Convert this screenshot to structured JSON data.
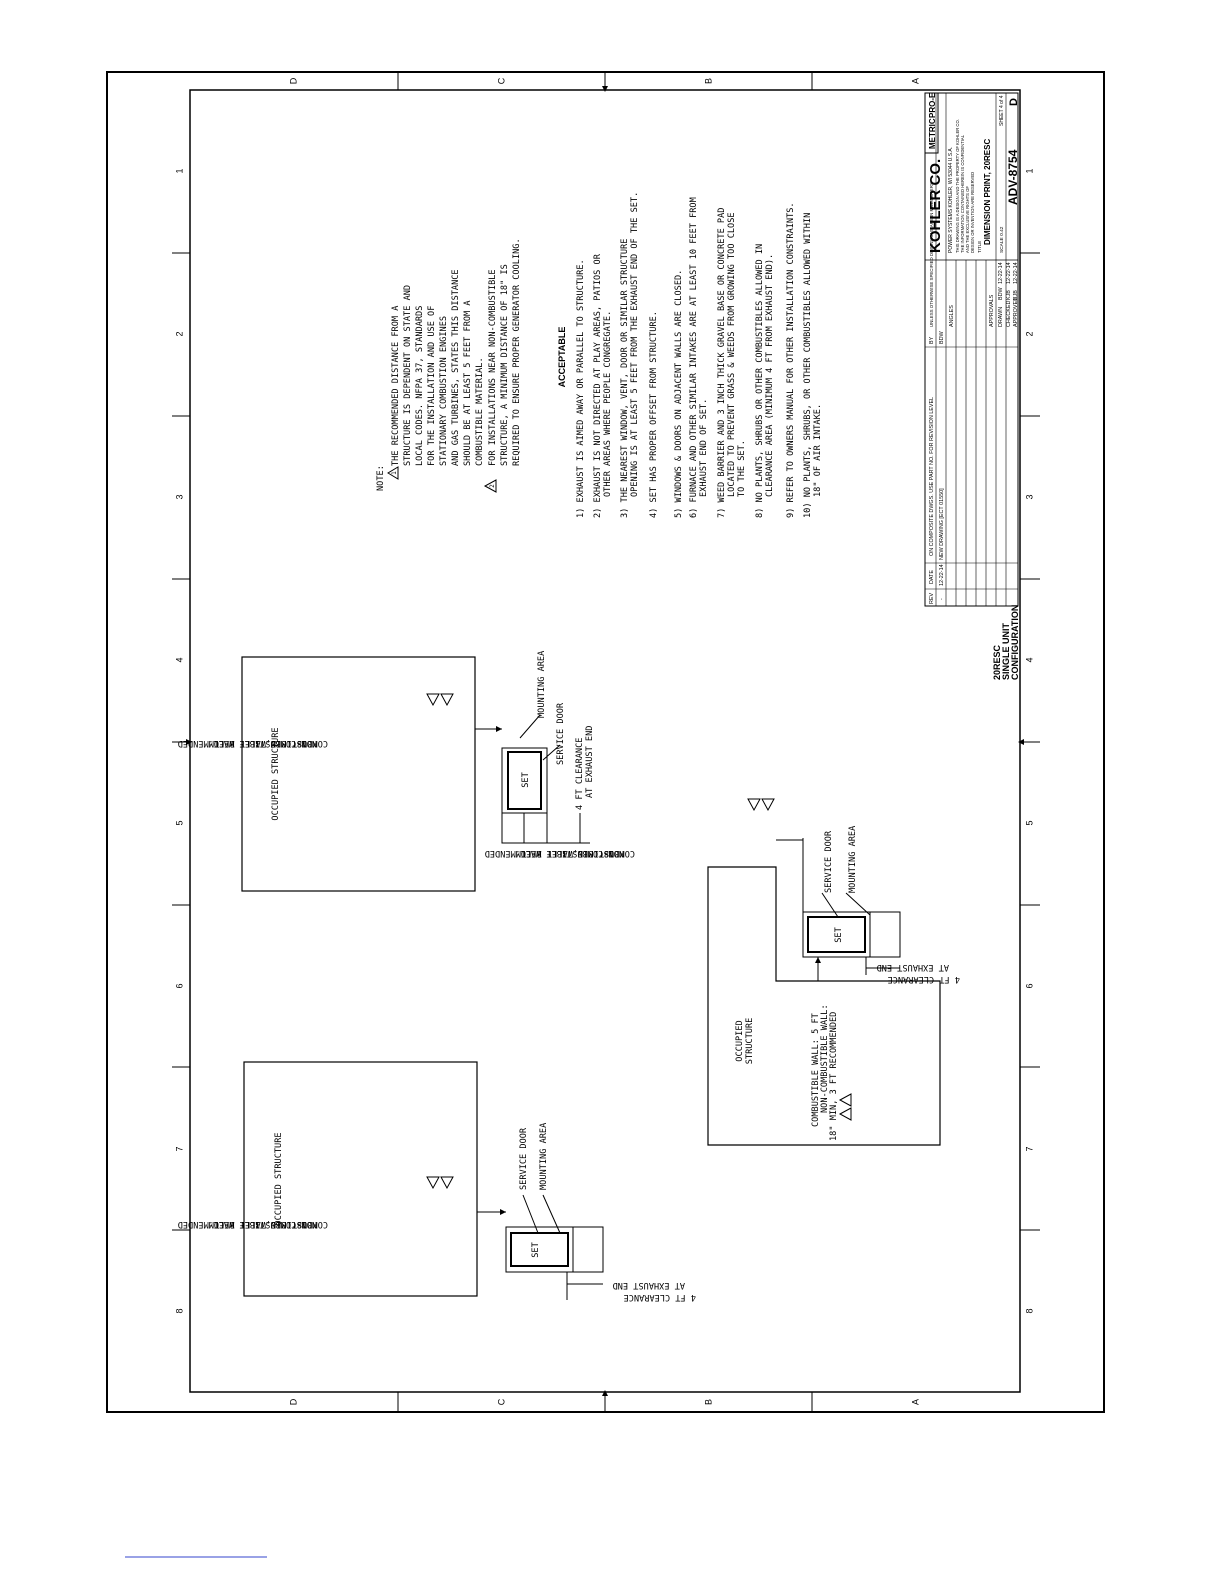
{
  "border": {
    "row_letters": [
      "D",
      "C",
      "B",
      "A"
    ],
    "col_numbers": [
      "1",
      "2",
      "3",
      "4",
      "5",
      "6",
      "7",
      "8"
    ]
  },
  "note": {
    "heading": "NOTE:",
    "item1_lines": [
      "THE RECOMMENDED DISTANCE FROM A",
      "STRUCTURE IS DEPENDENT ON STATE AND",
      "LOCAL CODES. NFPA 37, STANDARDS",
      "FOR THE INSTALLATION AND USE OF",
      "STATIONARY COMBUSTION ENGINES",
      "AND GAS TURBINES, STATES THIS DISTANCE",
      "SHOULD BE AT LEAST 5 FEET FROM A",
      "COMBUSTIBLE MATERIAL."
    ],
    "item2_lines": [
      "FOR INSTALLATIONS NEAR NON-COMBUSTIBLE",
      "STRUCTURE, A MINIMUM DISTANCE OF 18\" IS",
      "REQUIRED TO ENSURE PROPER GENERATOR COOLING."
    ],
    "marker1": "1",
    "marker2": "2"
  },
  "acceptable": {
    "title": "ACCEPTABLE",
    "items": [
      [
        "1) EXHAUST IS AIMED AWAY OR PARALLEL TO STRUCTURE."
      ],
      [
        "2) EXHAUST IS NOT DIRECTED AT PLAY AREAS, PATIOS OR",
        "OTHER AREAS WHERE PEOPLE CONGREGATE."
      ],
      [
        "3) THE NEAREST WINDOW, VENT, DOOR OR SIMILAR STRUCTURE",
        "OPENING IS AT LEAST 5 FEET FROM THE EXHAUST END OF THE SET."
      ],
      [
        "4) SET HAS PROPER OFFSET FROM STRUCTURE."
      ],
      [
        "5) WINDOWS & DOORS ON ADJACENT WALLS ARE CLOSED."
      ],
      [
        "6) FURNACE AND OTHER SIMILAR INTAKES ARE AT LEAST 10 FEET FROM",
        "EXHAUST END OF SET."
      ],
      [
        "7) WEED BARRIER AND 3 INCH THICK GRAVEL BASE OR CONCRETE PAD",
        "LOCATED TO PREVENT GRASS & WEEDS FROM GROWING TOO CLOSE",
        "TO THE SET."
      ],
      [
        "8) NO PLANTS, SHRUBS OR OTHER COMBUSTIBLES ALLOWED IN",
        "CLEARANCE AREA  (MINIMUM 4 FT FROM EXHAUST END)."
      ],
      [
        "9) REFER TO OWNERS MANUAL FOR OTHER INSTALLATION CONSTRAINTS."
      ],
      [
        "10) NO PLANTS, SHRUBS, OR OTHER COMBUSTIBLES ALLOWED WITHIN",
        "18\" OF AIR INTAKE."
      ]
    ]
  },
  "layout_labels": {
    "occupied_structure": "OCCUPIED STRUCTURE",
    "occupied_structure_lines": [
      "OCCUPIED",
      "STRUCTURE"
    ],
    "set": "SET",
    "service_door": "SERVICE DOOR",
    "mounting_area": "MOUNTING AREA",
    "wall_lines": [
      "COMBUSTIBLE WALL: 5 FT",
      "NON-COMBUSTIBLE WALL:",
      "18\" MIN, 3 FT RECOMMENDED"
    ],
    "clearance_lines": [
      "4 FT CLEARANCE",
      "AT EXHAUST END"
    ]
  },
  "title_block": {
    "config_lines": [
      "20RESC",
      "SINGLE UNIT",
      "CONFIGURATION"
    ],
    "rev_header": [
      "REV",
      "DATE",
      "ON COMPOSITE DWGS. USE PART NO. FOR REVISION LEVEL",
      "BY"
    ],
    "rev_row": [
      "-",
      "12-22-14",
      "NEW DRAWING [ECT 01550]",
      "BDW"
    ],
    "units_label": "UNLESS OTHERWISE SPECIFIED DIMENSIONS ARE IN MILLIMETERS",
    "angles_label": "ANGLES",
    "approvals_label": "APPROVALS",
    "approvals": [
      [
        "DRAWN",
        "BDW",
        "12-22-14"
      ],
      [
        "CHECKED",
        "KJB",
        "12-22-14"
      ],
      [
        "APPROVED",
        "KJB",
        "12-22-14"
      ]
    ],
    "company": "KOHLER CO.",
    "division": "POWER SYSTEMS   KOHLER, WI  53044  U.S.A.",
    "proprietary_lines": [
      "THIS DRAWING IS A DESIGN AND THE PROPERTY OF KOHLER CO.",
      "THE INFORMATION CONTAINED HEREIN IS CONFIDENTIAL",
      "AND THE EXCLUSIVE RIGHTS OF",
      "DESIGN OR INVENTION ARE RESERVED"
    ],
    "metric": "METRIC",
    "cad": "PRO-E",
    "title_prefix": "TITLE",
    "title": "DIMENSION PRINT, 20RESC",
    "scale": "SCALE 0.42",
    "drawing_number": "ADV-8754",
    "sheet_size": "D",
    "sheet": "SHEET 4 of 4"
  }
}
